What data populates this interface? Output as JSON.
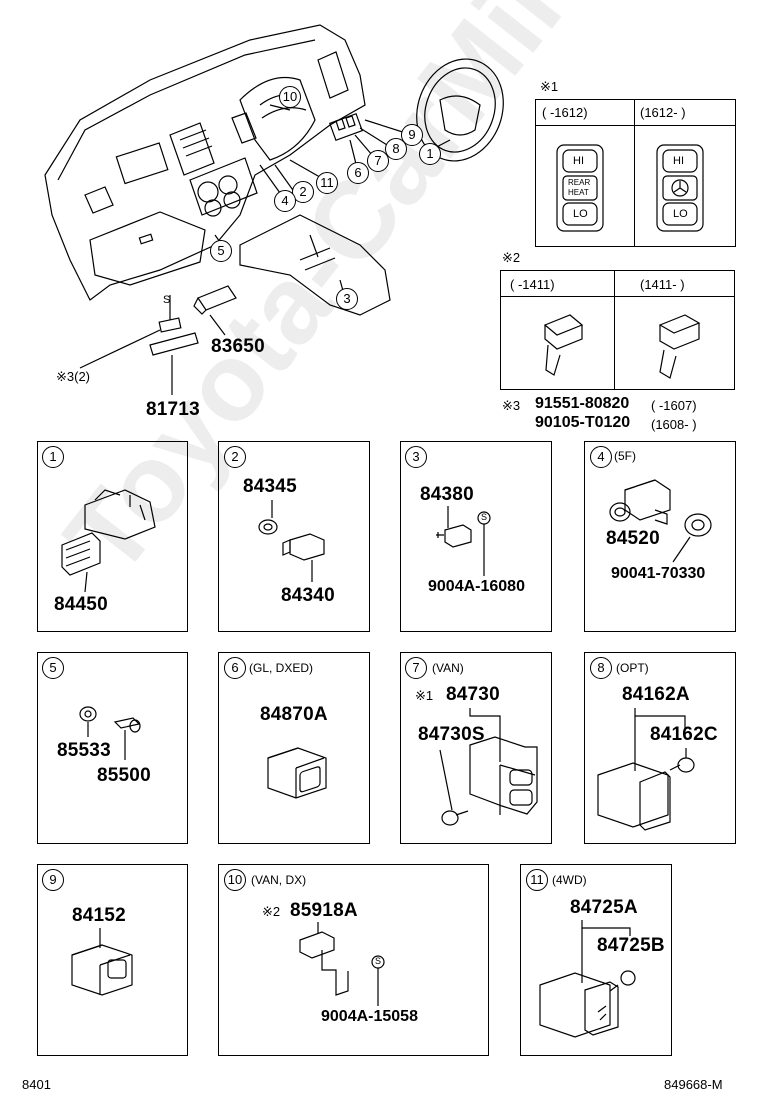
{
  "watermark": "Toyota-CarMine.ru",
  "overview": {
    "callouts": [
      "10",
      "11",
      "2",
      "4",
      "5",
      "3",
      "6",
      "7",
      "8",
      "9",
      "1"
    ],
    "parts": {
      "p83650": "83650",
      "p81713": "81713",
      "note3": "※3(2)",
      "s_mark": "S"
    }
  },
  "note1": {
    "title": "※1",
    "col1": "(      -1612)",
    "col2": "(1612-       )",
    "btn_hi": "HI",
    "btn_lo": "LO",
    "btn_rear1": "REAR",
    "btn_rear2": "HEAT"
  },
  "note2": {
    "title": "※2",
    "col1": "(      -1411)",
    "col2": "(1411-      )"
  },
  "note3": {
    "mark": "※3",
    "part1": "91551-80820",
    "range1": "(      -1607)",
    "part2": "90105-T0120",
    "range2": "(1608-      )"
  },
  "boxes": {
    "b1": {
      "num": "1",
      "parts": [
        "84450"
      ]
    },
    "b2": {
      "num": "2",
      "parts": [
        "84345",
        "84340"
      ]
    },
    "b3": {
      "num": "3",
      "parts": [
        "84380",
        "9004A-16080"
      ]
    },
    "b4": {
      "num": "4",
      "tag": "(5F)",
      "parts": [
        "84520",
        "90041-70330"
      ]
    },
    "b5": {
      "num": "5",
      "parts": [
        "85533",
        "85500"
      ]
    },
    "b6": {
      "num": "6",
      "tag": "(GL, DXED)",
      "parts": [
        "84870A"
      ]
    },
    "b7": {
      "num": "7",
      "tag": "(VAN)",
      "mark": "※1",
      "parts": [
        "84730",
        "84730S"
      ]
    },
    "b8": {
      "num": "8",
      "tag": "(OPT)",
      "parts": [
        "84162A",
        "84162C"
      ]
    },
    "b9": {
      "num": "9",
      "parts": [
        "84152"
      ]
    },
    "b10": {
      "num": "10",
      "tag": "(VAN, DX)",
      "mark": "※2",
      "parts": [
        "85918A",
        "9004A-15058"
      ]
    },
    "b11": {
      "num": "11",
      "tag": "(4WD)",
      "parts": [
        "84725A",
        "84725B"
      ]
    }
  },
  "footer": {
    "left": "8401",
    "right": "849668-M"
  }
}
